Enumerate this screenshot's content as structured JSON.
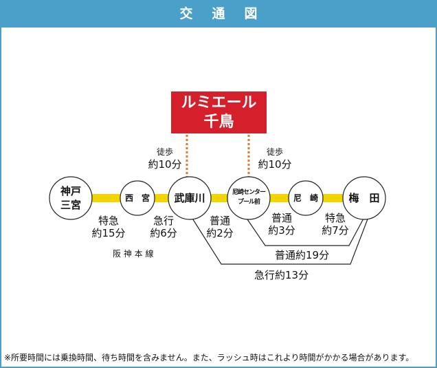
{
  "header": {
    "title": "交通図"
  },
  "destination": {
    "line1": "ルミエール",
    "line2": "千鳥"
  },
  "walk_left": {
    "mode": "徒歩",
    "time": "約10分"
  },
  "walk_right": {
    "mode": "徒歩",
    "time": "約10分"
  },
  "stations": [
    {
      "line1": "神戸",
      "line2": "三宮"
    },
    {
      "line1": "西　宮",
      "line2": ""
    },
    {
      "line1": "武庫川",
      "line2": ""
    },
    {
      "line1": "尼崎センター",
      "line2": "プール前"
    },
    {
      "line1": "尼　崎",
      "line2": ""
    },
    {
      "line1": "梅　田",
      "line2": ""
    }
  ],
  "segments": {
    "s1": {
      "type": "特急",
      "time": "約15分"
    },
    "s2": {
      "type": "急行",
      "time": "約6分"
    },
    "s3": {
      "type": "普通",
      "time": "約2分"
    },
    "s4": {
      "type": "普通",
      "time": "約3分"
    },
    "s5": {
      "type": "特急",
      "time": "約7分"
    }
  },
  "line_name": "阪 神 本 線",
  "bracket_local": "普通約19分",
  "bracket_express": "急行約13分",
  "footnote": "※所要時間には乗換時間、待ち時間を含みません。また、ラッシュ時はこれより時間がかかる場合があります。",
  "colors": {
    "header": "#4aa0c8",
    "destination": "#d5202b",
    "railway": "#f2d500",
    "walk_dots": "#e07a2a"
  }
}
